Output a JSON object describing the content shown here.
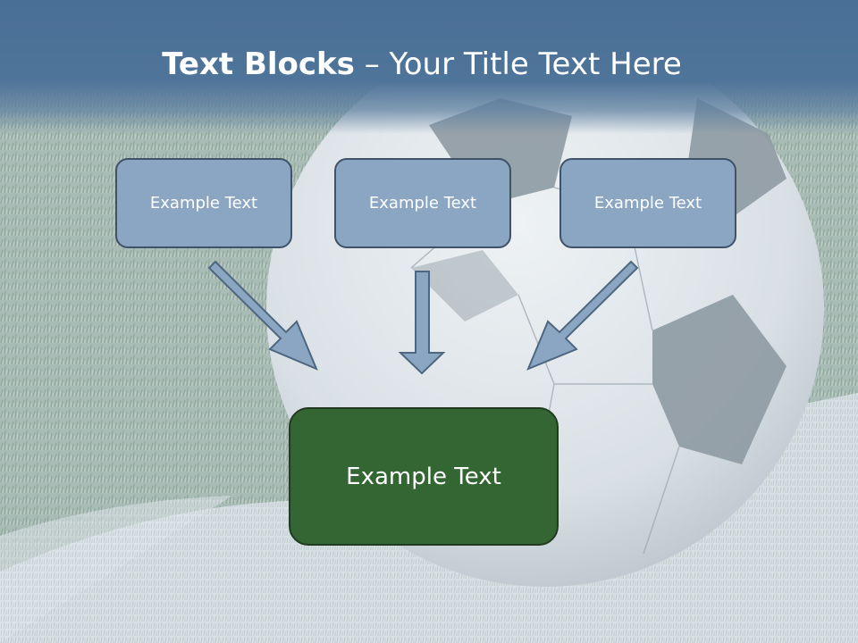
{
  "slide": {
    "title_bold": "Text Blocks",
    "title_rest": " – Your Title Text Here"
  },
  "blocks": [
    {
      "label": "Example Text"
    },
    {
      "label": "Example Text"
    },
    {
      "label": "Example Text"
    }
  ],
  "result_block": {
    "label": "Example Text"
  },
  "colors": {
    "title_bar": "#4a6f97",
    "small_box_fill": "#8ba6c2",
    "small_box_border": "#3f5268",
    "big_box_fill": "#346633",
    "big_box_border": "#233a22",
    "arrow_fill": "#8ba6c2",
    "arrow_stroke": "#4e6780"
  },
  "background": {
    "image": "soccer-ball-on-grass"
  }
}
